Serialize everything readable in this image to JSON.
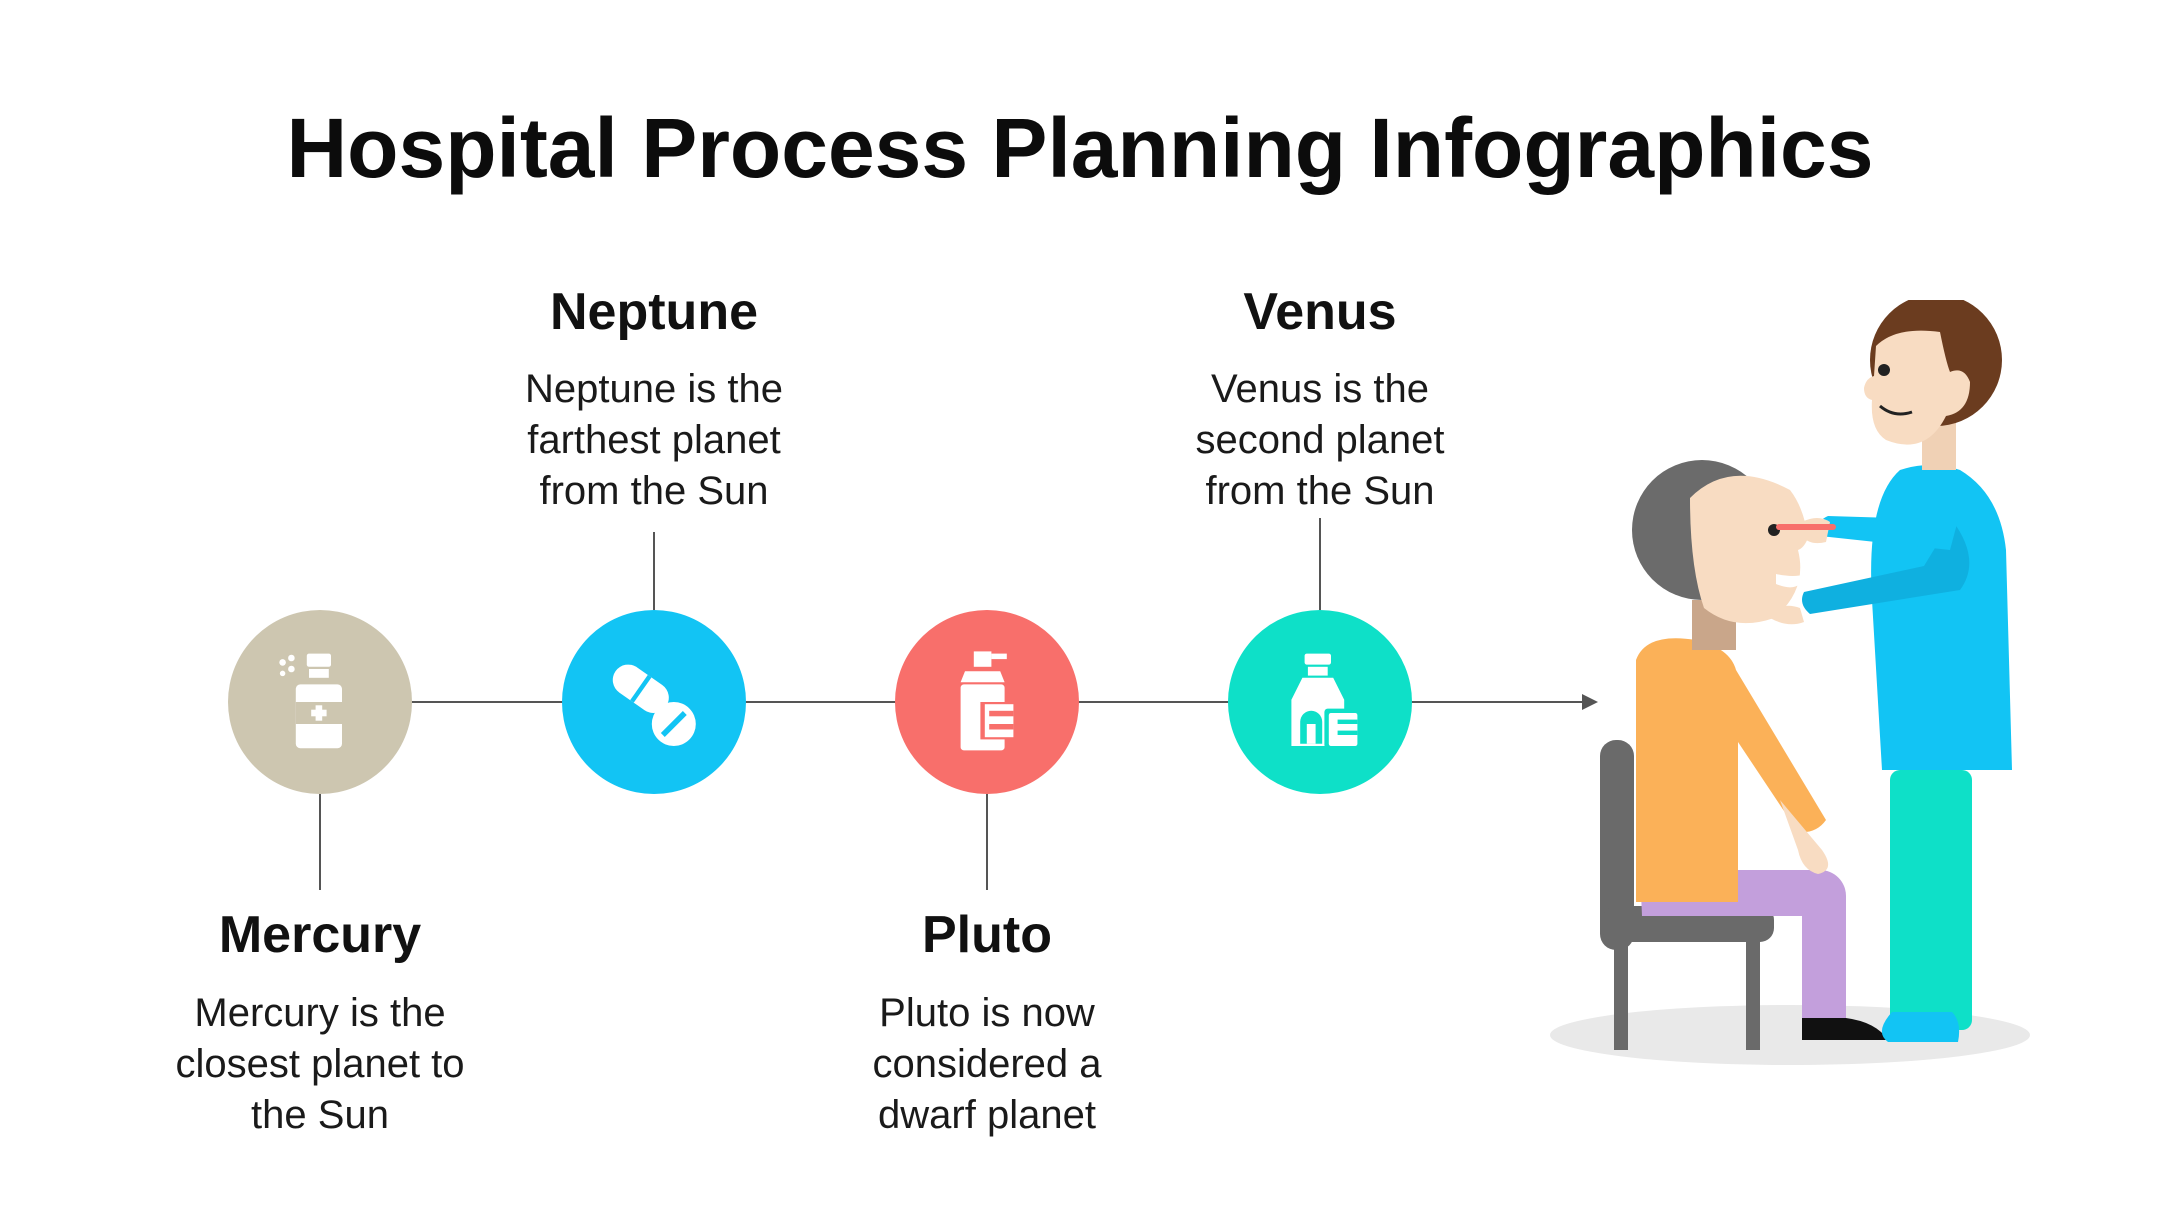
{
  "title": "Hospital Process Planning Infographics",
  "steps": [
    {
      "heading": "Mercury",
      "desc": [
        "Mercury is the",
        "closest planet to",
        "the Sun"
      ],
      "color": "#cdc6b0",
      "icon": "spray-bottle-icon"
    },
    {
      "heading": "Neptune",
      "desc": [
        "Neptune is the",
        "farthest planet",
        "from the Sun"
      ],
      "color": "#12c4f4",
      "icon": "pills-icon"
    },
    {
      "heading": "Pluto",
      "desc": [
        "Pluto is now",
        "considered a",
        "dwarf planet"
      ],
      "color": "#f86f6b",
      "icon": "inhaler-icon"
    },
    {
      "heading": "Venus",
      "desc": [
        "Venus is the",
        "second planet",
        "from the Sun"
      ],
      "color": "#0ee0c8",
      "icon": "medicine-bottle-icon"
    }
  ],
  "illustration": "doctor-patient-icon"
}
